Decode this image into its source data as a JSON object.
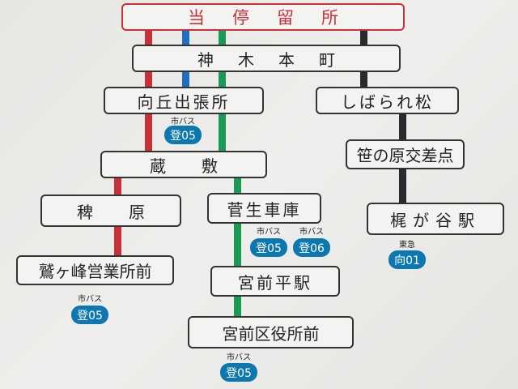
{
  "colors": {
    "red": "#c8303a",
    "blue": "#1f6fbf",
    "green": "#1a9a55",
    "black": "#2a2a2e",
    "badge": "#0d78b0"
  },
  "title": "当停留所",
  "stops": {
    "kamiki": "神木本町",
    "mukaigaoka": "向丘出張所",
    "shibararematsu": "しばられ松",
    "kurashiki": "蔵敷",
    "sasanohara": "笹の原交差点",
    "hiehara": "稗原",
    "sugao": "菅生車庫",
    "kajigaya": "梶が谷駅",
    "sagigamine": "鷲ヶ峰営業所前",
    "miyamaedaira": "宮前平駅",
    "miyamaeku": "宮前区役所前"
  },
  "transfers": [
    {
      "operator": "市バス",
      "route": "登05"
    },
    {
      "operator": "市バス",
      "route": "登05"
    },
    {
      "operator": "市バス",
      "route": "登06"
    },
    {
      "operator": "東急",
      "route": "向01"
    },
    {
      "operator": "市バス",
      "route": "登05"
    },
    {
      "operator": "市バス",
      "route": "登05"
    }
  ]
}
